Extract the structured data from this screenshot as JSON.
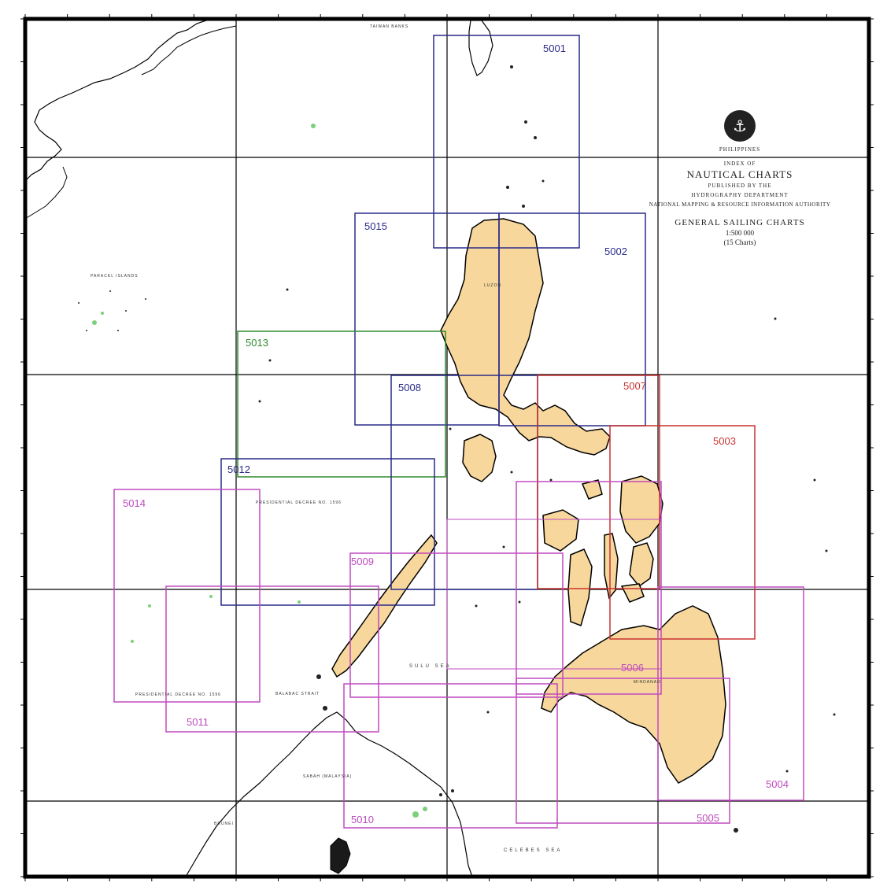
{
  "title_block": {
    "country": "PHILIPPINES",
    "line1": "INDEX OF",
    "line2": "NAUTICAL CHARTS",
    "line3": "PUBLISHED BY THE",
    "line4": "HYDROGRAPHY DEPARTMENT",
    "line5": "NATIONAL MAPPING & RESOURCE INFORMATION AUTHORITY",
    "series": "GENERAL SAILING CHARTS",
    "scale": "1:500 000",
    "count": "(15 Charts)"
  },
  "colors": {
    "land": "#f7d79b",
    "blue": "#2a2a8a",
    "red": "#c83232",
    "green": "#2e8b2e",
    "magenta": "#c04ac0",
    "grid": "#000000",
    "reef": "#7cd07c"
  },
  "charts": [
    {
      "id": "5001",
      "color": "blue"
    },
    {
      "id": "5002",
      "color": "blue"
    },
    {
      "id": "5003",
      "color": "red"
    },
    {
      "id": "5004",
      "color": "magenta"
    },
    {
      "id": "5005",
      "color": "magenta"
    },
    {
      "id": "5006",
      "color": "magenta"
    },
    {
      "id": "5007",
      "color": "red"
    },
    {
      "id": "5008",
      "color": "blue"
    },
    {
      "id": "5009",
      "color": "magenta"
    },
    {
      "id": "5010",
      "color": "magenta"
    },
    {
      "id": "5011",
      "color": "magenta"
    },
    {
      "id": "5012",
      "color": "blue"
    },
    {
      "id": "5013",
      "color": "green"
    },
    {
      "id": "5014",
      "color": "magenta"
    },
    {
      "id": "5015",
      "color": "blue"
    }
  ],
  "labels": {
    "luzon": "LUZON",
    "sulu_sea": "SULU SEA",
    "celebes_sea": "CELEBES SEA",
    "mindanao": "MINDANAO",
    "sabah": "SABAH (MALAYSIA)",
    "balabac": "BALABAC STRAIT",
    "taiwan_banks": "TAIWAN BANKS",
    "pd1": "PRESIDENTIAL DECREE NO. 1596",
    "pd2": "PRESIDENTIAL DECREE NO. 1596",
    "brunei": "BRUNEI",
    "paracel": "PARACEL ISLANDS"
  }
}
